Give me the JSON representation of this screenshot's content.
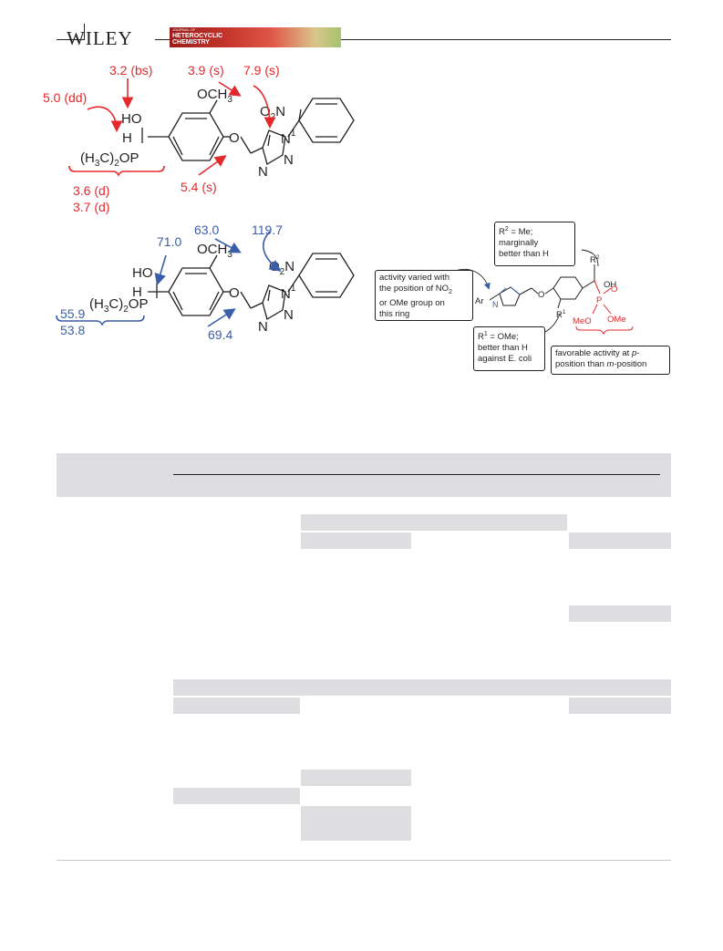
{
  "header": {
    "publisher": "WILEY",
    "journal_line1": "JOURNAL OF",
    "journal_line2": "HETEROCYCLIC",
    "journal_line3": "CHEMISTRY"
  },
  "colors": {
    "red": "#e5282c",
    "blue": "#3a5ea8",
    "text": "#231f20",
    "cell": "#dedddf"
  },
  "nmr_1h": {
    "shift_bs": "3.2 (bs)",
    "shift_dd": "5.0 (dd)",
    "shift_och3": "3.9 (s)",
    "shift_triazole": "7.9 (s)",
    "shift_ch2": "5.4 (s)",
    "shift_d1": "3.6 (d)",
    "shift_d2": "3.7 (d)"
  },
  "nmr_13c": {
    "c_choh": "71.0",
    "c_och3": "63.0",
    "c_triazole": "119.7",
    "c_ch2": "69.4",
    "c_ome1": "55.9",
    "c_ome2": "53.8"
  },
  "structure": {
    "ho": "HO",
    "h": "H",
    "och": "OCH",
    "three": "3",
    "o": "O",
    "o2": "O",
    "two": "2",
    "n": "N",
    "n1": "1",
    "ring_n": "N",
    "ring_n2": "N",
    "phos_pre": "(H",
    "phos_mid": "C)",
    "phos_post": "OP"
  },
  "sar": {
    "r2_box_1": "R",
    "r2_box_sup": "2",
    "r2_box_2": " = Me;",
    "r2_box_line2": "marginally",
    "r2_box_line3": "better than H",
    "ring_box_line1": "activity varied with",
    "ring_box_line2": "the position of NO",
    "ring_box_sub": "2",
    "ring_box_line3": "or OMe group on",
    "ring_box_line4": "this ring",
    "r1_box_1": "R",
    "r1_box_sup": "1",
    "r1_box_2": " = OMe;",
    "r1_box_line2": "better than H",
    "r1_box_line3": "against E. coli",
    "pos_box_line1a": "favorable activity at ",
    "pos_box_p": "p",
    "pos_box_line1b": "-",
    "pos_box_line2a": "position than ",
    "pos_box_m": "m",
    "pos_box_line2b": "-position",
    "ar": "Ar",
    "n": "N",
    "o": "O",
    "r1": "R",
    "r1_sup": "1",
    "r2": "R",
    "r2_sup": "2",
    "oh": "OH",
    "p": "P",
    "po": "O",
    "meo": "MeO",
    "ome": "OMe"
  }
}
